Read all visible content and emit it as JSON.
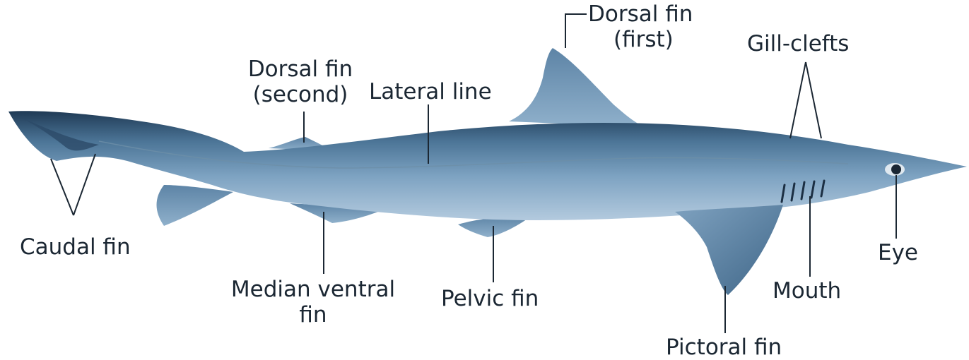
{
  "diagram": {
    "colors": {
      "label_text": "#1b2733",
      "leader_line": "#1b2733",
      "body_back": "#1f3a55",
      "body_mid": "#5f88aa",
      "body_belly": "#a9c3da",
      "fin_fill": "#6d93b3",
      "background": "#ffffff"
    },
    "labels": {
      "dorsal_first": {
        "line1": "Dorsal fin",
        "line2": "(first)"
      },
      "dorsal_second": {
        "line1": "Dorsal fin",
        "line2": "(second)"
      },
      "lateral_line": "Lateral line",
      "gill_clefts": "Gill-clefts",
      "caudal_fin": "Caudal fin",
      "median_ventral": {
        "line1": "Median ventral",
        "line2": "fin"
      },
      "pelvic_fin": "Pelvic fin",
      "pictoral_fin": "Pictoral fin",
      "mouth": "Mouth",
      "eye": "Eye"
    }
  }
}
